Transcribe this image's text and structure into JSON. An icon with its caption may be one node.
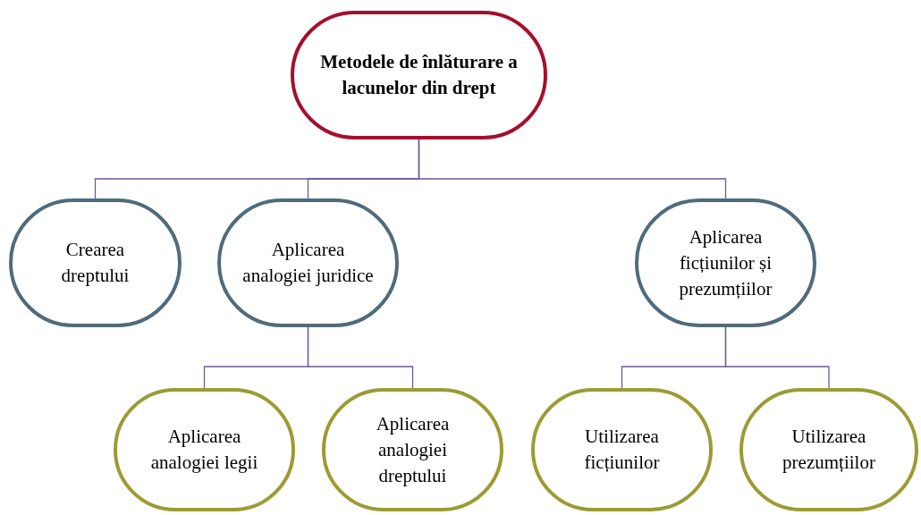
{
  "diagram": {
    "nodes": [
      {
        "text": [
          "Metodele de înlăturare a lacunelor din drept"
        ]
      },
      {
        "text": [
          "Crearea dreptului"
        ]
      },
      {
        "text": [
          "Aplicarea analogiei juridice"
        ]
      },
      {
        "text": [
          "Aplicarea ficțiunilor și prezumțiilor"
        ]
      },
      {
        "text": [
          "Aplicarea analogiei legii"
        ]
      },
      {
        "text": [
          "Aplicarea analogiei dreptului"
        ]
      },
      {
        "text": [
          "Utilizarea ficțiunilor"
        ]
      },
      {
        "text": [
          "Utilizarea prezumțiilor"
        ]
      }
    ],
    "edges": [
      {
        "from": 0,
        "to": 1,
        "arrow": "none"
      },
      {
        "from": 0,
        "to": 2,
        "arrow": "none"
      },
      {
        "from": 0,
        "to": 3,
        "arrow": "none"
      },
      {
        "from": 2,
        "to": 4,
        "arrow": "none"
      },
      {
        "from": 2,
        "to": 5,
        "arrow": "none"
      },
      {
        "from": 3,
        "to": 6,
        "arrow": "none"
      },
      {
        "from": 3,
        "to": 7,
        "arrow": "none"
      }
    ]
  }
}
